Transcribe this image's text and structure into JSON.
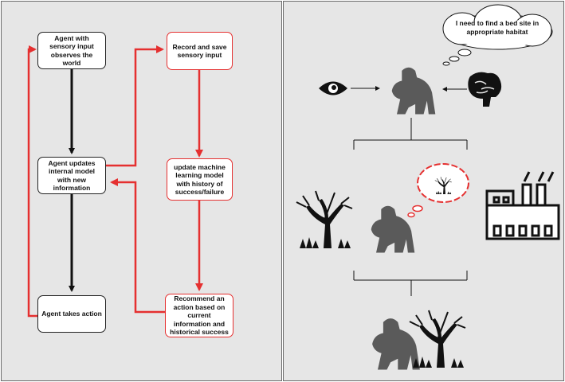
{
  "left": {
    "boxes": {
      "observe": "Agent with sensory input observes the world",
      "update": "Agent updates internal model with new information",
      "action": "Agent takes action",
      "record": "Record and save sensory input",
      "ml": "update machine learning model with history of success/failure",
      "recommend": "Recommend an action based on current information and historical success"
    }
  },
  "right": {
    "thought": "I need to find a bed site in appropriate habitat"
  },
  "colors": {
    "red": "#e53030",
    "black": "#111111",
    "panel": "#e6e6e6",
    "silhouette": "#5a5a5a"
  }
}
